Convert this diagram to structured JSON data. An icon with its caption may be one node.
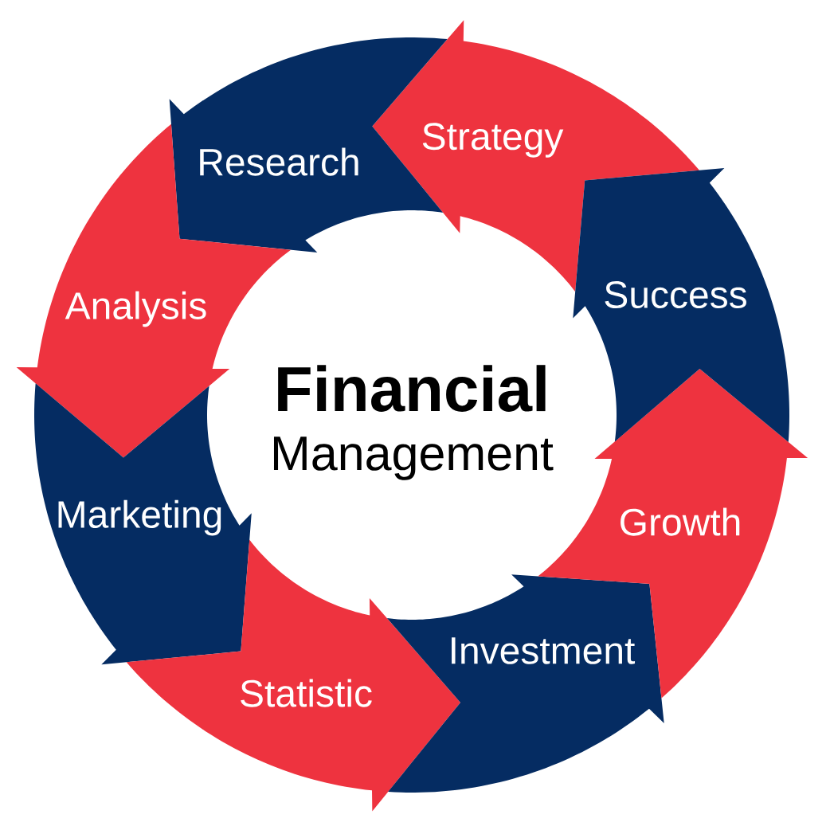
{
  "diagram": {
    "title": "**Financial** Management",
    "nodes": [
      {
        "text": [
          "Strategy"
        ]
      },
      {
        "text": [
          "Research"
        ]
      },
      {
        "text": [
          "Analysis"
        ]
      },
      {
        "text": [
          "Marketing"
        ]
      },
      {
        "text": [
          "Statistic"
        ]
      },
      {
        "text": [
          "Investment"
        ]
      },
      {
        "text": [
          "Growth"
        ]
      },
      {
        "text": [
          "Success"
        ]
      }
    ]
  }
}
